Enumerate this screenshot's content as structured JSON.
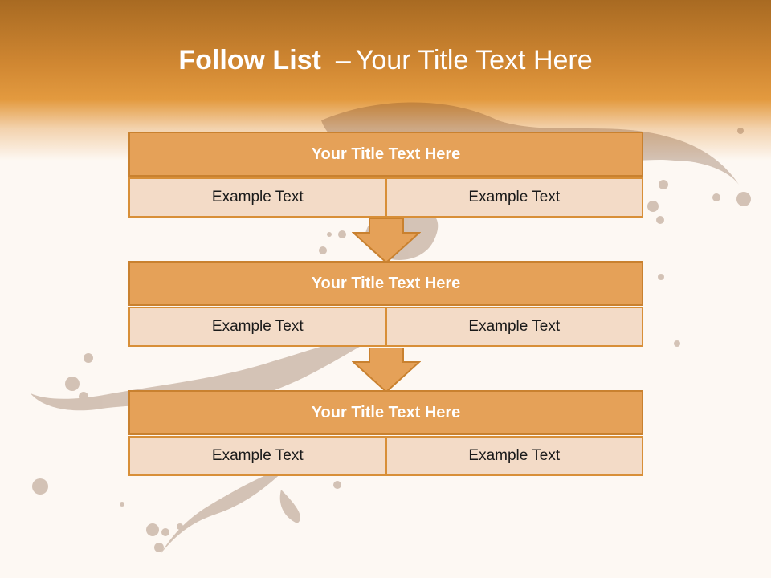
{
  "slide": {
    "title_bold": "Follow List",
    "title_separator": "–",
    "title_rest": "Your Title Text Here"
  },
  "colors": {
    "title_fill": "#e5a158",
    "title_border": "#c9812f",
    "cell_fill": "#f3dbc7",
    "cell_border": "#d88f38",
    "arrow_fill": "#e5a158"
  },
  "blocks": [
    {
      "title": "Your Title Text Here",
      "cells": [
        "Example Text",
        "Example Text"
      ]
    },
    {
      "title": "Your Title Text Here",
      "cells": [
        "Example Text",
        "Example Text"
      ]
    },
    {
      "title": "Your Title Text Here",
      "cells": [
        "Example Text",
        "Example Text"
      ]
    }
  ]
}
